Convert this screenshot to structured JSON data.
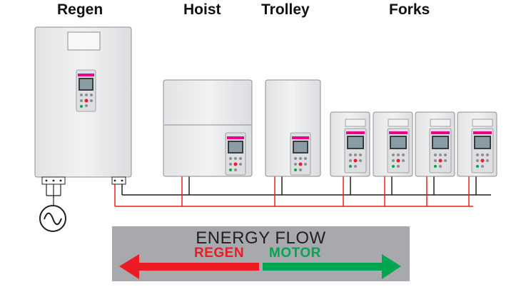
{
  "labels": {
    "regen": "Regen",
    "hoist": "Hoist",
    "trolley": "Trolley",
    "forks": "Forks"
  },
  "energy_flow": {
    "title": "ENERGY FLOW",
    "regen_label": "REGEN",
    "motor_label": "MOTOR"
  },
  "colors": {
    "regen_red": "#ed1c24",
    "motor_green": "#00a651",
    "panel_gray": "#a7a9ac",
    "bus_red": "#ed1c24",
    "bus_black": "#231f20"
  },
  "icons": {
    "ac_source": "sine-wave-icon"
  }
}
